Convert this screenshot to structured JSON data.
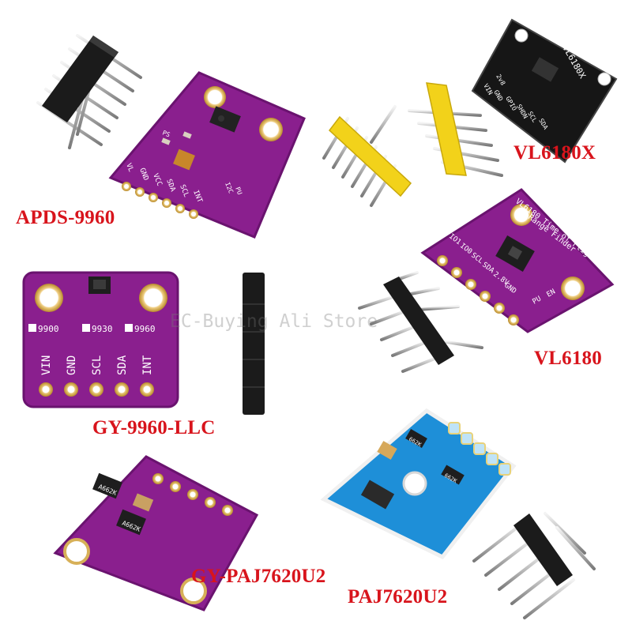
{
  "labels": {
    "apds": "APDS-9960",
    "vl6180x": "VL6180X",
    "vl6180": "VL6180",
    "gy9960": "GY-9960-LLC",
    "gypaj": "GY-PAJ7620U2",
    "paj": "PAJ7620U2"
  },
  "watermark": "EC-Buying Ali Store",
  "apds_board": {
    "pins": [
      "VL",
      "GND",
      "VCC",
      "SDA",
      "SCL",
      "INT"
    ],
    "ps": "PS",
    "jumpers": [
      "I2C",
      "PU"
    ]
  },
  "vl6180x_board": {
    "title": "VL6180X",
    "pins": [
      "VIN",
      "GND",
      "GPIO",
      "SHDN",
      "SCL",
      "SDA"
    ],
    "sub": "2v8"
  },
  "vl6180_board": {
    "title": "VL6180 Time of Flight",
    "subtitle": "Range Finder",
    "pins": [
      "IO1",
      "IO0",
      "SCL",
      "SDA",
      "2.8V",
      "GND"
    ],
    "extra": [
      "PU",
      "EN"
    ]
  },
  "gy9960_board": {
    "codes": [
      "9900",
      "9930",
      "9960"
    ],
    "pins": [
      "VIN",
      "GND",
      "SCL",
      "SDA",
      "INT"
    ]
  },
  "gypaj_board": {
    "chips": [
      "A662K",
      "A662K"
    ]
  },
  "paj_board": {
    "chips": [
      "662K",
      "662K"
    ]
  },
  "colors": {
    "purple_pcb": "#8a1f8e",
    "blue_pcb": "#1e8fd8",
    "label_red": "#d8141c",
    "header_yellow": "#f2d21a"
  }
}
